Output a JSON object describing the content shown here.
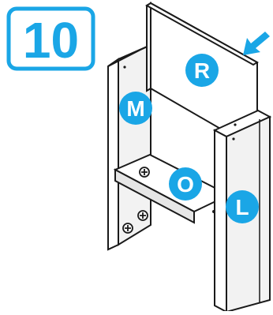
{
  "step": {
    "number": "10"
  },
  "parts": {
    "R": {
      "letter": "R"
    },
    "M": {
      "letter": "M"
    },
    "O": {
      "letter": "O"
    },
    "L": {
      "letter": "L"
    }
  },
  "colors": {
    "accent": "#1aa6e6",
    "label_text": "#ffffff",
    "outline": "#1a1a1a",
    "panel_fill": "#ffffff",
    "panel_side": "#f2f2f2",
    "shadow": "#e6e6e6"
  },
  "icons": {
    "direction_arrow": "arrow-down-left-icon",
    "screw": "screw-head-icon"
  }
}
